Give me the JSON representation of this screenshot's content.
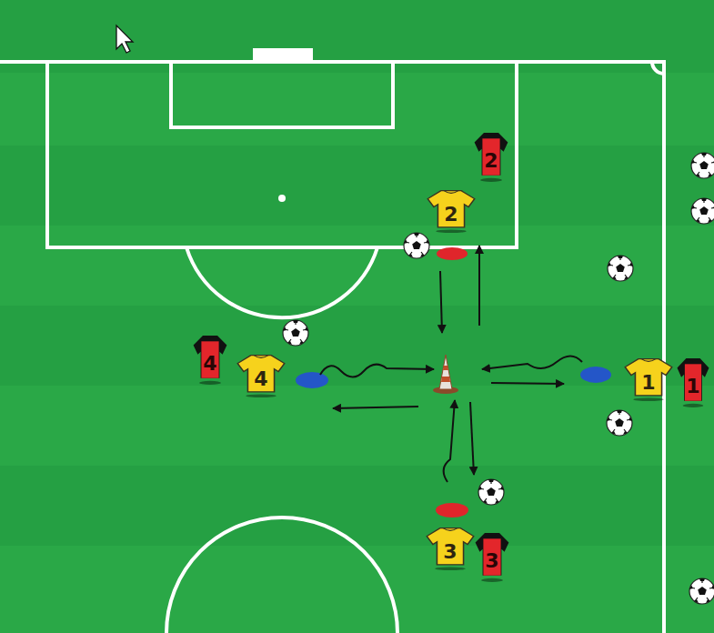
{
  "diagram": {
    "nodes": [
      {
        "text": [
          "2"
        ]
      },
      {
        "text": [
          "2"
        ]
      },
      {
        "text": [
          "4"
        ]
      },
      {
        "text": [
          "4"
        ]
      },
      {
        "text": [
          "1"
        ]
      },
      {
        "text": [
          "1"
        ]
      },
      {
        "text": [
          "3"
        ]
      },
      {
        "text": [
          "3"
        ]
      }
    ]
  }
}
